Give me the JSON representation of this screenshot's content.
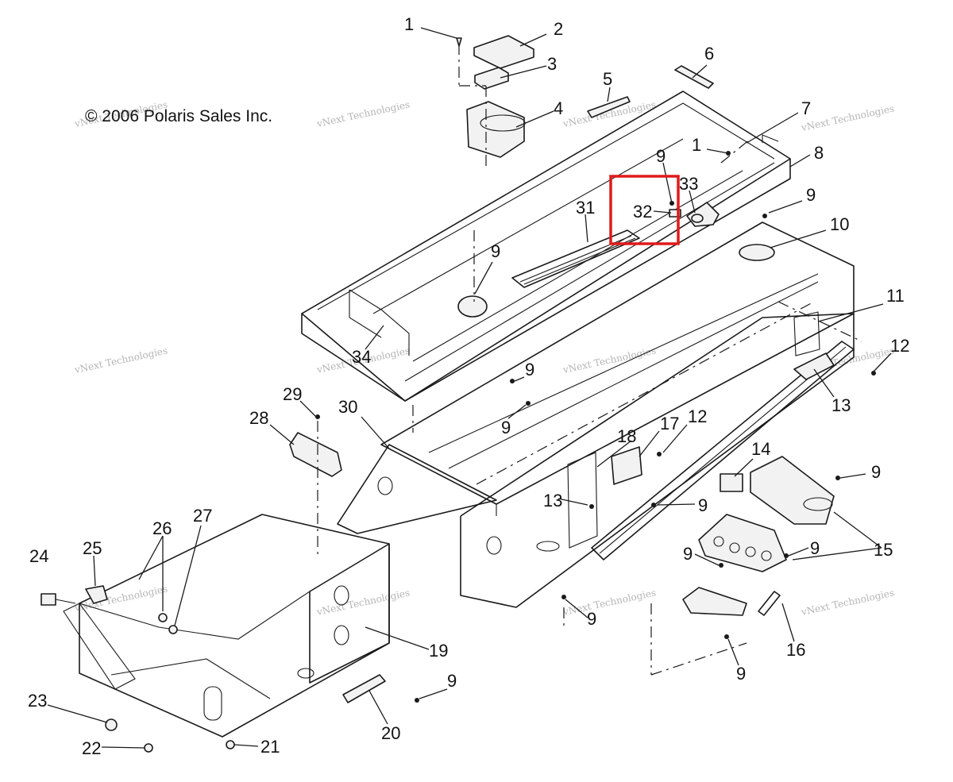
{
  "copyright": "© 2006 Polaris Sales Inc.",
  "watermark": "vNext Technologies",
  "highlight_color": "#e01b1b",
  "highlighted_callouts": [
    "32"
  ],
  "callouts": [
    "1",
    "2",
    "3",
    "4",
    "5",
    "6",
    "7",
    "1",
    "8",
    "9",
    "9",
    "33",
    "32",
    "31",
    "10",
    "9",
    "11",
    "12",
    "34",
    "13",
    "9",
    "9",
    "29",
    "30",
    "28",
    "17",
    "12",
    "18",
    "14",
    "9",
    "13",
    "9",
    "26",
    "27",
    "25",
    "24",
    "9",
    "15",
    "9",
    "16",
    "19",
    "9",
    "9",
    "20",
    "23",
    "22",
    "21"
  ]
}
